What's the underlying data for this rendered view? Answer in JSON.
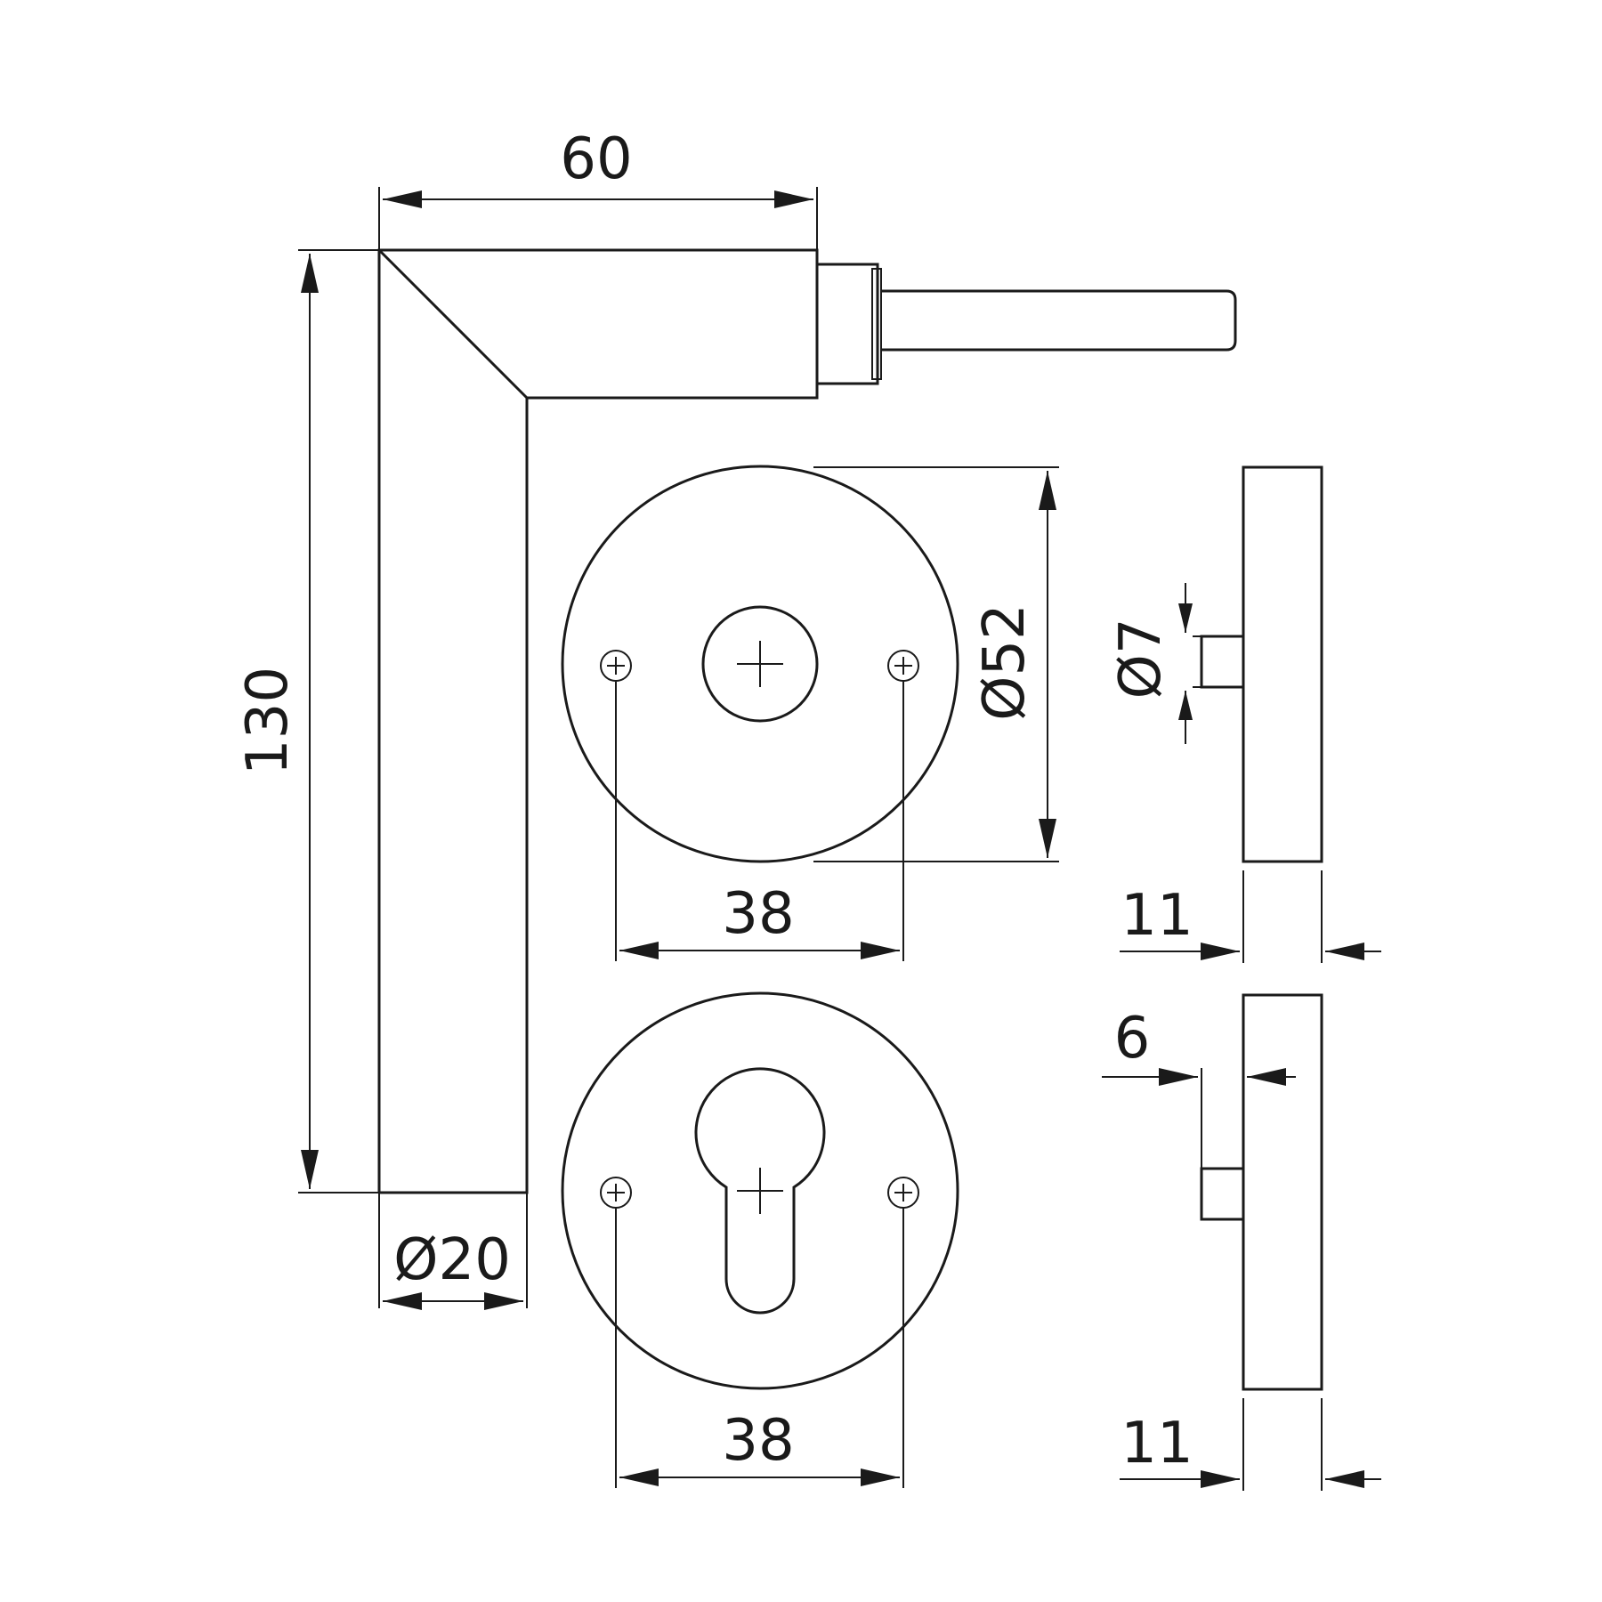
{
  "dimensions": {
    "handle_length": "60",
    "handle_height": "130",
    "handle_diameter": "Ø20",
    "rose_diameter": "Ø52",
    "screw_spacing_top": "38",
    "screw_spacing_bottom": "38",
    "spindle_diameter": "Ø7",
    "rose_thickness_top": "11",
    "rose_thickness_bottom": "11",
    "cylinder_offset": "6"
  },
  "icons": {
    "screw": "screw-head-icon",
    "spindle_hole": "spindle-hole-icon",
    "cylinder_hole": "euro-cylinder-keyhole-icon"
  }
}
